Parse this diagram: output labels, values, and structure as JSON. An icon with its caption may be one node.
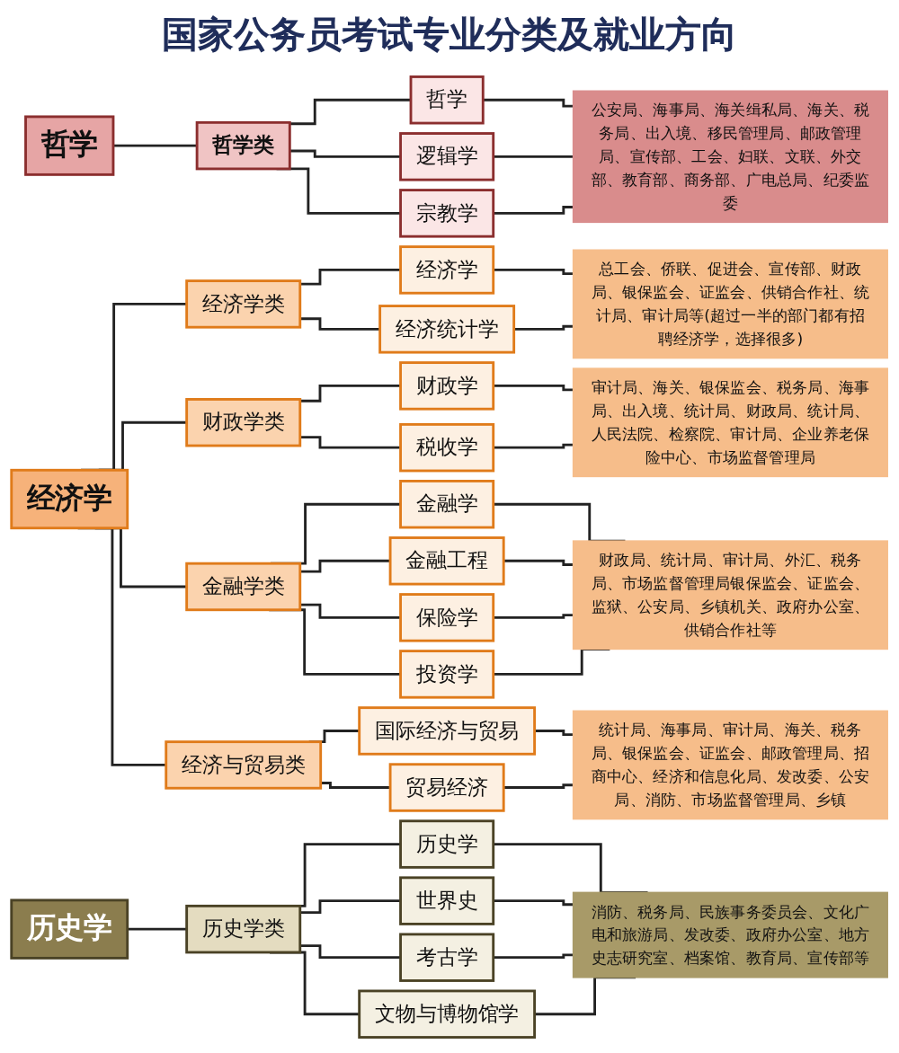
{
  "diagram": {
    "title": "国家公务员考试专业分类及就业方向",
    "nodes": [
      {
        "text": [
          "哲学"
        ]
      },
      {
        "text": [
          "哲学类"
        ]
      },
      {
        "text": [
          "哲学"
        ]
      },
      {
        "text": [
          "逻辑学"
        ]
      },
      {
        "text": [
          "宗教学"
        ]
      },
      {
        "text": [
          "公安局、海事局、海关缉私局、海关、税务局、出入境、移民管理局、邮政管理局、宣传部、工会、妇联、文联、外交部、教育部、商务部、广电总局、纪委监委"
        ]
      },
      {
        "text": [
          "经济学"
        ]
      },
      {
        "text": [
          "经济学类"
        ]
      },
      {
        "text": [
          "经济学"
        ]
      },
      {
        "text": [
          "经济统计学"
        ]
      },
      {
        "text": [
          "总工会、侨联、促进会、宣传部、财政局、银保监会、证监会、供销合作社、统计局、审计局等(超过一半的部门都有招聘经济学，选择很多)"
        ]
      },
      {
        "text": [
          "财政学类"
        ]
      },
      {
        "text": [
          "财政学"
        ]
      },
      {
        "text": [
          "税收学"
        ]
      },
      {
        "text": [
          "审计局、海关、银保监会、税务局、海事局、出入境、统计局、财政局、统计局、人民法院、检察院、审计局、企业养老保险中心、市场监督管理局"
        ]
      },
      {
        "text": [
          "金融学类"
        ]
      },
      {
        "text": [
          "金融学"
        ]
      },
      {
        "text": [
          "金融工程"
        ]
      },
      {
        "text": [
          "保险学"
        ]
      },
      {
        "text": [
          "投资学"
        ]
      },
      {
        "text": [
          "财政局、统计局、审计局、外汇、税务局、市场监督管理局银保监会、证监会、监狱、公安局、乡镇机关、政府办公室、供销合作社等"
        ]
      },
      {
        "text": [
          "经济与贸易类"
        ]
      },
      {
        "text": [
          "国际经济与贸易"
        ]
      },
      {
        "text": [
          "贸易经济"
        ]
      },
      {
        "text": [
          "统计局、海事局、审计局、海关、税务局、银保监会、证监会、邮政管理局、招商中心、经济和信息化局、发改委、公安局、消防、市场监督管理局、乡镇"
        ]
      },
      {
        "text": [
          "历史学"
        ]
      },
      {
        "text": [
          "历史学类"
        ]
      },
      {
        "text": [
          "历史学"
        ]
      },
      {
        "text": [
          "世界史"
        ]
      },
      {
        "text": [
          "考古学"
        ]
      },
      {
        "text": [
          "文物与博物馆学"
        ]
      },
      {
        "text": [
          "消防、税务局、民族事务委员会、文化广电和旅游局、发改委、政府办公室、地方史志研究室、档案馆、教育局、宣传部等"
        ]
      }
    ],
    "edges": [
      {
        "from": 0,
        "to": 1,
        "arrow": "none"
      },
      {
        "from": 1,
        "to": 2,
        "arrow": "none"
      },
      {
        "from": 1,
        "to": 3,
        "arrow": "none"
      },
      {
        "from": 1,
        "to": 4,
        "arrow": "none"
      },
      {
        "from": 2,
        "to": 5,
        "arrow": "none"
      },
      {
        "from": 3,
        "to": 5,
        "arrow": "none"
      },
      {
        "from": 4,
        "to": 5,
        "arrow": "none"
      },
      {
        "from": 6,
        "to": 7,
        "arrow": "none"
      },
      {
        "from": 7,
        "to": 8,
        "arrow": "none"
      },
      {
        "from": 7,
        "to": 9,
        "arrow": "none"
      },
      {
        "from": 8,
        "to": 10,
        "arrow": "none"
      },
      {
        "from": 9,
        "to": 10,
        "arrow": "none"
      },
      {
        "from": 6,
        "to": 11,
        "arrow": "none"
      },
      {
        "from": 11,
        "to": 12,
        "arrow": "none"
      },
      {
        "from": 11,
        "to": 13,
        "arrow": "none"
      },
      {
        "from": 12,
        "to": 14,
        "arrow": "none"
      },
      {
        "from": 13,
        "to": 14,
        "arrow": "none"
      },
      {
        "from": 6,
        "to": 15,
        "arrow": "none"
      },
      {
        "from": 15,
        "to": 16,
        "arrow": "none"
      },
      {
        "from": 15,
        "to": 17,
        "arrow": "none"
      },
      {
        "from": 15,
        "to": 18,
        "arrow": "none"
      },
      {
        "from": 15,
        "to": 19,
        "arrow": "none"
      },
      {
        "from": 16,
        "to": 20,
        "arrow": "none"
      },
      {
        "from": 17,
        "to": 20,
        "arrow": "none"
      },
      {
        "from": 18,
        "to": 20,
        "arrow": "none"
      },
      {
        "from": 19,
        "to": 20,
        "arrow": "none"
      },
      {
        "from": 6,
        "to": 21,
        "arrow": "none"
      },
      {
        "from": 21,
        "to": 22,
        "arrow": "none"
      },
      {
        "from": 21,
        "to": 23,
        "arrow": "none"
      },
      {
        "from": 22,
        "to": 24,
        "arrow": "none"
      },
      {
        "from": 23,
        "to": 24,
        "arrow": "none"
      },
      {
        "from": 25,
        "to": 26,
        "arrow": "none"
      },
      {
        "from": 26,
        "to": 27,
        "arrow": "none"
      },
      {
        "from": 26,
        "to": 28,
        "arrow": "none"
      },
      {
        "from": 26,
        "to": 29,
        "arrow": "none"
      },
      {
        "from": 26,
        "to": 30,
        "arrow": "none"
      },
      {
        "from": 27,
        "to": 31,
        "arrow": "none"
      },
      {
        "from": 28,
        "to": 31,
        "arrow": "none"
      },
      {
        "from": 29,
        "to": 31,
        "arrow": "none"
      },
      {
        "from": 30,
        "to": 31,
        "arrow": "none"
      }
    ]
  }
}
